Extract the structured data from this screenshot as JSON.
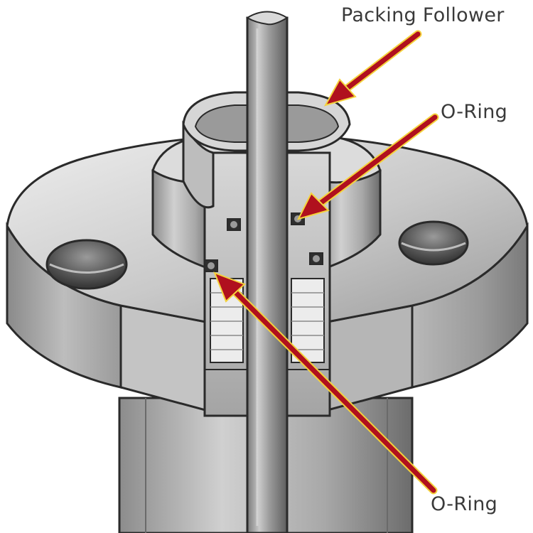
{
  "diagram": {
    "labels": {
      "packing_follower": "Packing Follower",
      "o_ring_upper": "O-Ring",
      "o_ring_lower": "O-Ring"
    },
    "colors": {
      "arrow": "#b0101e",
      "arrow_edge": "#f4d23c",
      "metal_light": "#e6e6e6",
      "metal_mid": "#b2b2b2",
      "metal_dark": "#6e6e6e",
      "outline": "#2a2a2a",
      "label_text": "#3a3a3a"
    }
  }
}
